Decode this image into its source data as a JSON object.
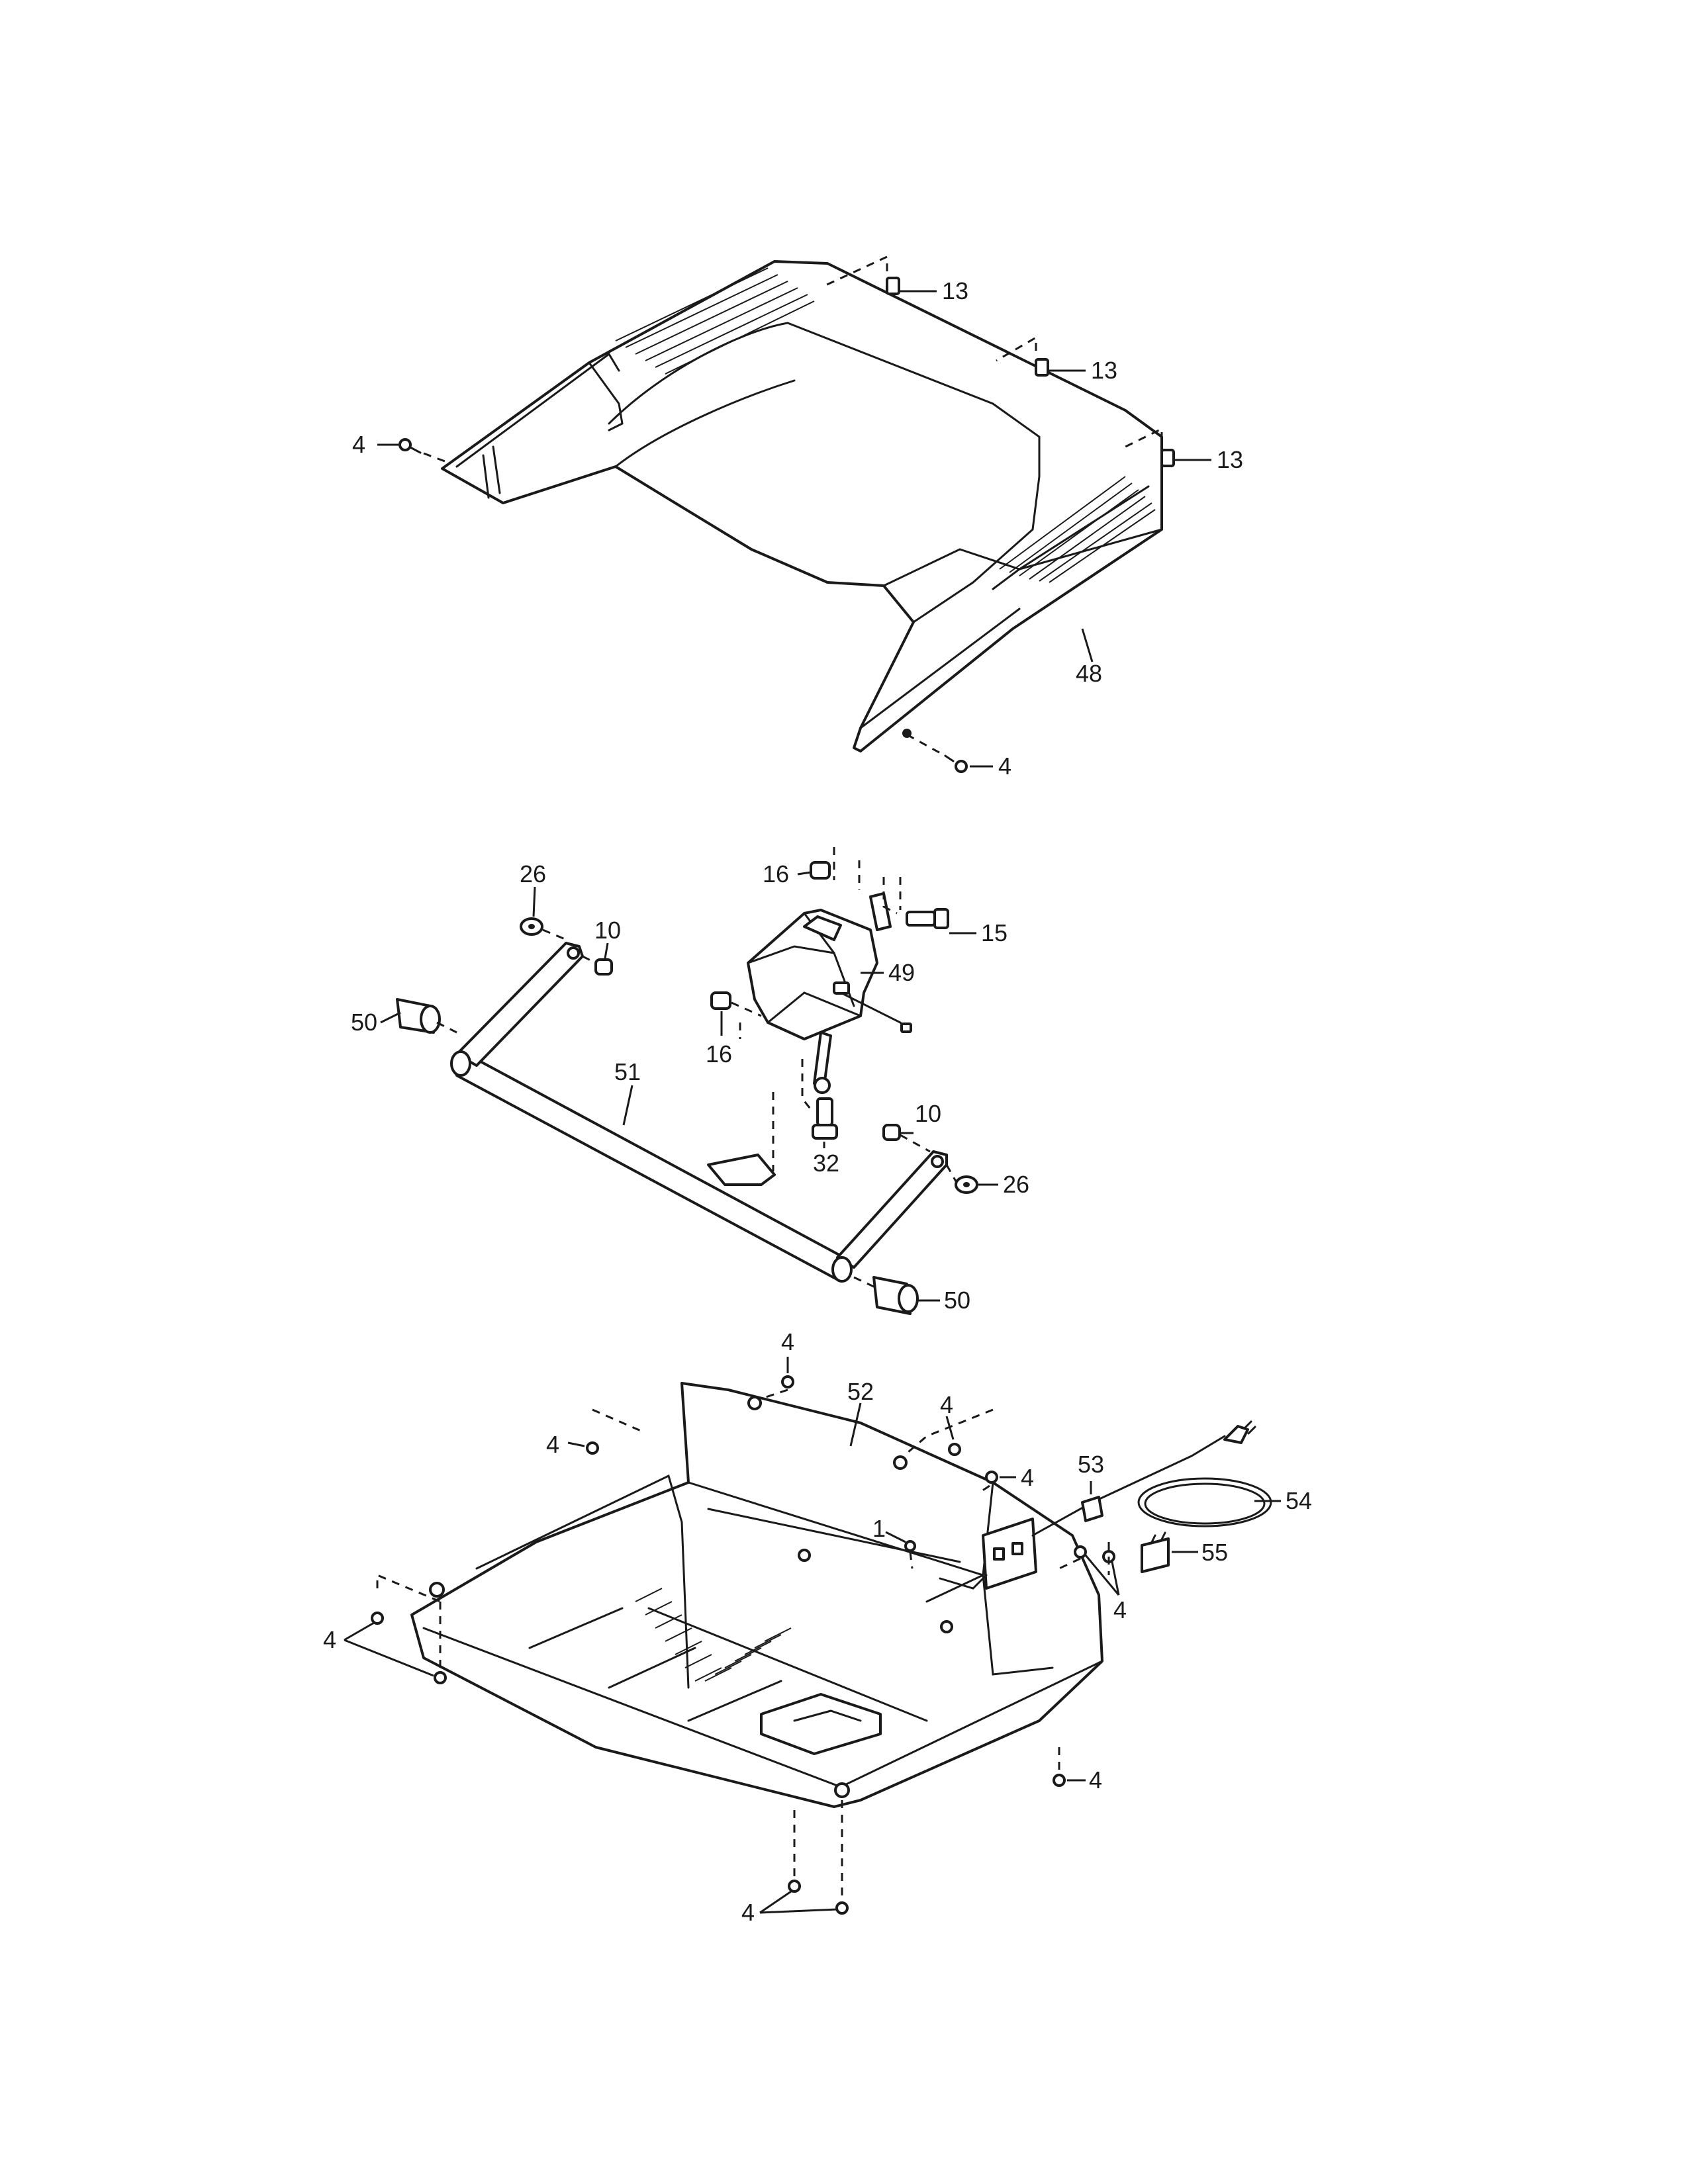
{
  "callouts": {
    "c13a": "13",
    "c13b": "13",
    "c13c": "13",
    "c4_hood_left": "4",
    "c48": "48",
    "c4_hood_bottom": "4",
    "c26a": "26",
    "c10a": "10",
    "c16a": "16",
    "c15": "15",
    "c49": "49",
    "c50a": "50",
    "c51": "51",
    "c16b": "16",
    "c32": "32",
    "c10b": "10",
    "c26b": "26",
    "c50b": "50",
    "c4_top": "4",
    "c52": "52",
    "c4_a": "4",
    "c4_b": "4",
    "c4_c": "4",
    "c53": "53",
    "c54": "54",
    "c1": "1",
    "c55": "55",
    "c4_d": "4",
    "c4_left": "4",
    "c4_right": "4",
    "c4_bottom": "4"
  }
}
